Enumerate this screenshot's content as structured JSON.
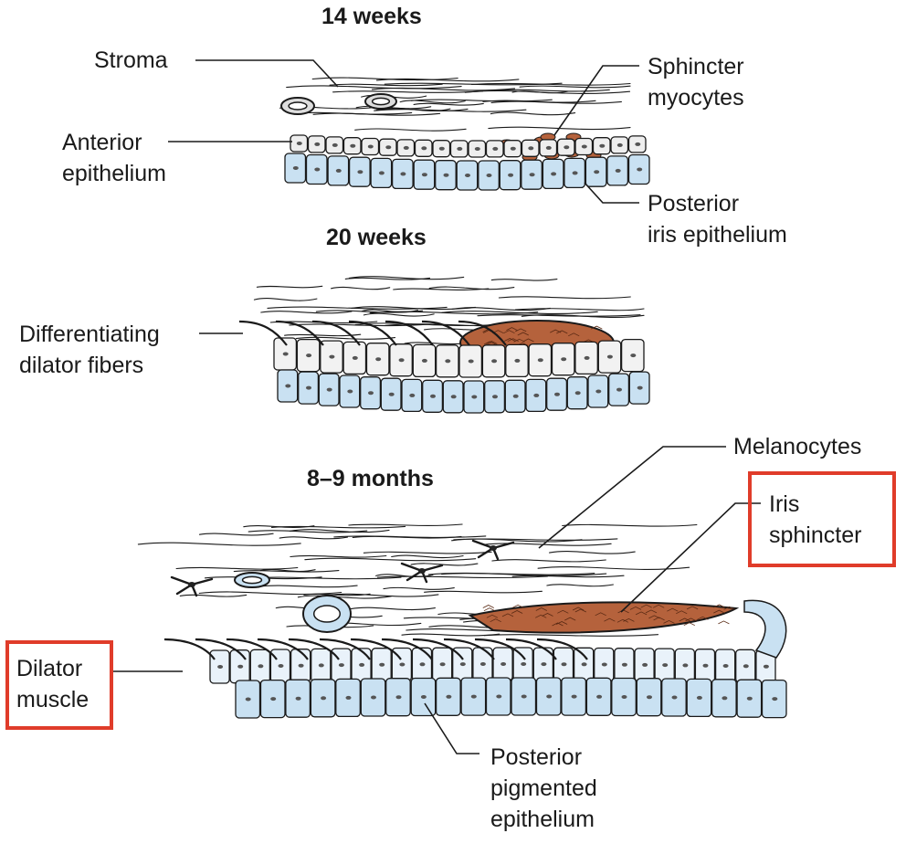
{
  "figure": {
    "panels": [
      {
        "title": "14 weeks"
      },
      {
        "title": "20 weeks"
      },
      {
        "title": "8–9 months"
      }
    ],
    "labels": {
      "stroma": "Stroma",
      "sphincter_myocytes": "Sphincter\nmyocytes",
      "anterior_epithelium": "Anterior\nepithelium",
      "posterior_iris_epithelium": "Posterior\niris epithelium",
      "differentiating_dilator_fibers": "Differentiating\ndilator fibers",
      "melanocytes": "Melanocytes",
      "iris_sphincter": "Iris\nsphincter",
      "dilator_muscle": "Dilator\nmuscle",
      "posterior_pigmented_epithelium": "Posterior\npigmented\nepithelium"
    },
    "highlighted": [
      "Iris\nsphincter",
      "Dilator\nmuscle"
    ],
    "colors": {
      "epithelium_blue": "#c9e1f2",
      "sphincter_brown": "#b5623c",
      "highlight_red": "#e03c2a",
      "ink": "#1a1a1a"
    }
  }
}
